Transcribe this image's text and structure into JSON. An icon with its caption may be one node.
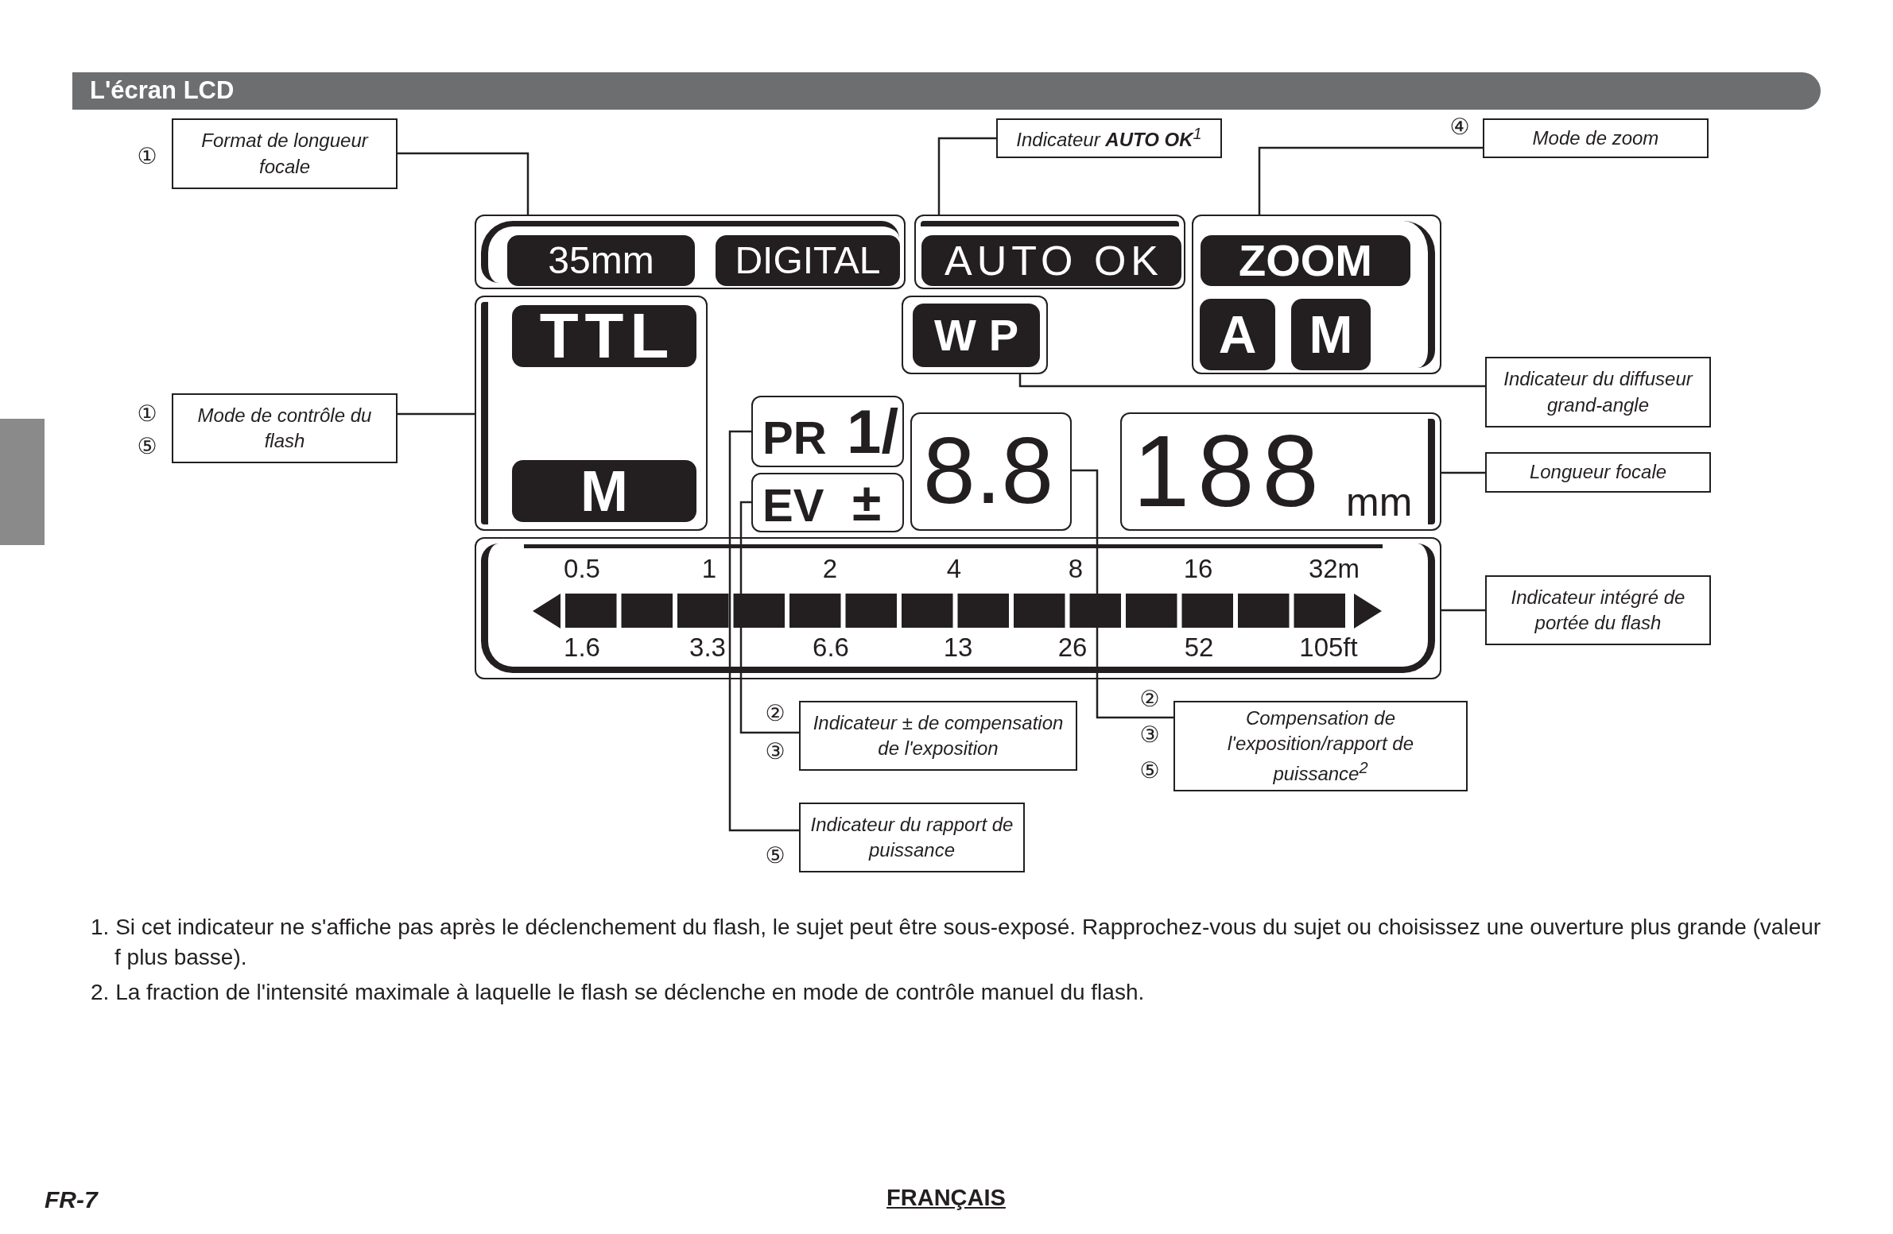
{
  "diagram": {
    "title": "L'écran LCD",
    "nodes": [
      {
        "text": [
          "Format de longueur focale"
        ],
        "beside": [
          "①"
        ]
      },
      {
        "text": [
          "Indicateur **AUTO OK**$^{1}$"
        ]
      },
      {
        "text": [
          "Mode de zoom"
        ],
        "beside": [
          "④"
        ]
      },
      {
        "text": [],
        "shape": "box"
      },
      {
        "text": [
          "35mm"
        ],
        "in": 3
      },
      {
        "text": [
          "DIGITAL"
        ],
        "in": 3
      },
      {
        "text": [],
        "shape": "box"
      },
      {
        "text": [
          "AUTO OK"
        ],
        "in": 6
      },
      {
        "text": [],
        "shape": "box"
      },
      {
        "text": [
          "ZOOM"
        ],
        "in": 8
      },
      {
        "text": [
          "A"
        ],
        "in": 8
      },
      {
        "text": [
          "M"
        ],
        "in": 8
      },
      {
        "text": [],
        "shape": "box"
      },
      {
        "text": [
          "TTL"
        ],
        "in": 12
      },
      {
        "text": [
          "M"
        ],
        "in": 12
      },
      {
        "text": [],
        "shape": "box"
      },
      {
        "text": [
          "WP"
        ],
        "in": 15
      },
      {
        "text": [
          "Mode de contrôle du flash"
        ],
        "beside": [
          "①",
          "⑤"
        ]
      },
      {
        "text": [
          "Indicateur du diffuseur grand-angle"
        ]
      },
      {
        "text": [
          "PR",
          "1/"
        ]
      },
      {
        "text": [
          "EV",
          "±"
        ]
      },
      {
        "text": [
          "8.8"
        ]
      },
      {
        "text": [
          "188",
          "mm"
        ]
      },
      {
        "text": [
          "Longueur focale"
        ]
      },
      {
        "text": [
          "0.5",
          "1",
          "2",
          "4",
          "8",
          "16",
          "32m",
          "1.6",
          "3.3",
          "6.6",
          "13",
          "26",
          "52",
          "105ft"
        ]
      },
      {
        "text": [
          "Indicateur intégré de portée du flash"
        ]
      },
      {
        "text": [
          "Indicateur ± de compensation de l'exposition"
        ],
        "beside": [
          "②",
          "③"
        ]
      },
      {
        "text": [
          "Compensation de l'exposition/rapport de puissance$^{2}$"
        ],
        "beside": [
          "②",
          "③",
          "⑤"
        ]
      },
      {
        "text": [
          "Indicateur du rapport de puissance"
        ],
        "beside": [
          "⑤"
        ]
      },
      {
        "text": [],
        "shape": "bar"
      }
    ],
    "edges": [
      {
        "from": 0,
        "to": 3,
        "arrow": "none"
      },
      {
        "from": 1,
        "to": 6,
        "arrow": "none"
      },
      {
        "from": 2,
        "to": 8,
        "arrow": "none"
      },
      {
        "from": 17,
        "to": 12,
        "arrow": "none"
      },
      {
        "from": 18,
        "to": 15,
        "arrow": "none"
      },
      {
        "from": 23,
        "to": 22,
        "arrow": "none"
      },
      {
        "from": 25,
        "to": 24,
        "arrow": "none"
      },
      {
        "from": 26,
        "to": 20,
        "arrow": "none"
      },
      {
        "from": 28,
        "to": 19,
        "arrow": "none"
      },
      {
        "from": 27,
        "to": 21,
        "arrow": "none"
      }
    ],
    "labels": [
      "1. Si cet indicateur ne s'affiche pas après le déclenchement du flash, le sujet peut être sous-exposé.  Rapprochez-vous du sujet ou choisissez une ouverture plus grande (valeur f plus basse).",
      "2. La fraction de l'intensité maximale à laquelle le flash se déclenche en mode de contrôle manuel du flash.",
      "FR-7",
      "FRANÇAIS"
    ]
  }
}
